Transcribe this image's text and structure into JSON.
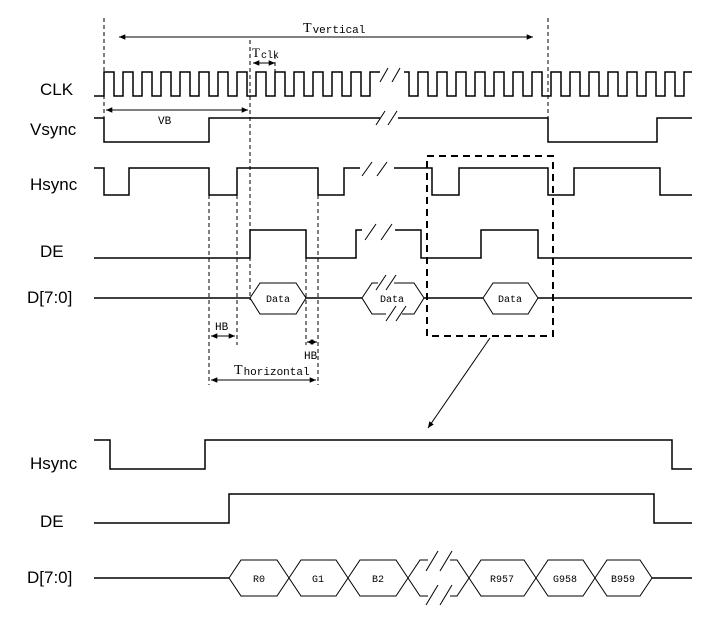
{
  "signals_top": {
    "clk": "CLK",
    "vsync": "Vsync",
    "hsync": "Hsync",
    "de": "DE",
    "data_bus": "D[7:0]"
  },
  "timing_labels": {
    "tvertical_main": "T",
    "tvertical_sub": "vertical",
    "tclk_main": "T",
    "tclk_sub": "clk",
    "vb": "VB",
    "hb_front": "HB",
    "hb_back": "HB",
    "thorizontal_main": "T",
    "thorizontal_sub": "horizontal"
  },
  "data_cells_top": [
    "Data",
    "Data",
    "Data"
  ],
  "signals_detail": {
    "hsync": "Hsync",
    "de": "DE",
    "data_bus": "D[7:0]"
  },
  "data_cells_detail": [
    "R0",
    "G1",
    "B2",
    "R957",
    "G958",
    "B959"
  ]
}
